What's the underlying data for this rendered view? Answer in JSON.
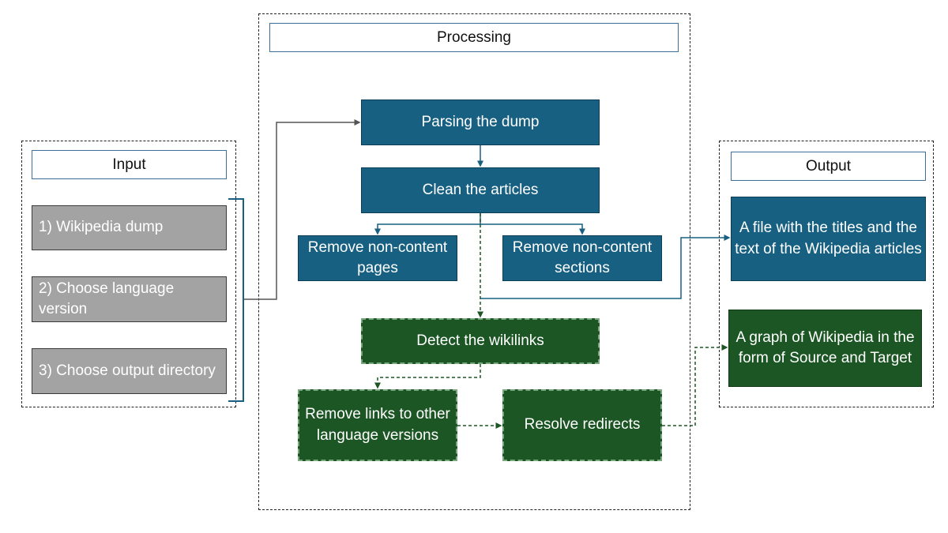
{
  "input": {
    "title": "Input",
    "items": [
      "1) Wikipedia dump",
      "2) Choose language version",
      "3) Choose output directory"
    ]
  },
  "processing": {
    "title": "Processing",
    "parse": "Parsing the dump",
    "clean": "Clean the articles",
    "remove_pages": "Remove non-content pages",
    "remove_sections": "Remove non-content sections",
    "detect": "Detect the wikilinks",
    "remove_links": "Remove links to other language versions",
    "resolve": "Resolve redirects"
  },
  "output": {
    "title": "Output",
    "file": "A file with the titles and the text of the Wikipedia articles",
    "graph": "A graph of Wikipedia in the form of Source and Target"
  },
  "colors": {
    "blue_node": "#176082",
    "green_node": "#1c5624",
    "gray_node": "#a3a3a3",
    "blue_line": "#176082",
    "green_line": "#1c5624",
    "gray_line": "#555555"
  }
}
